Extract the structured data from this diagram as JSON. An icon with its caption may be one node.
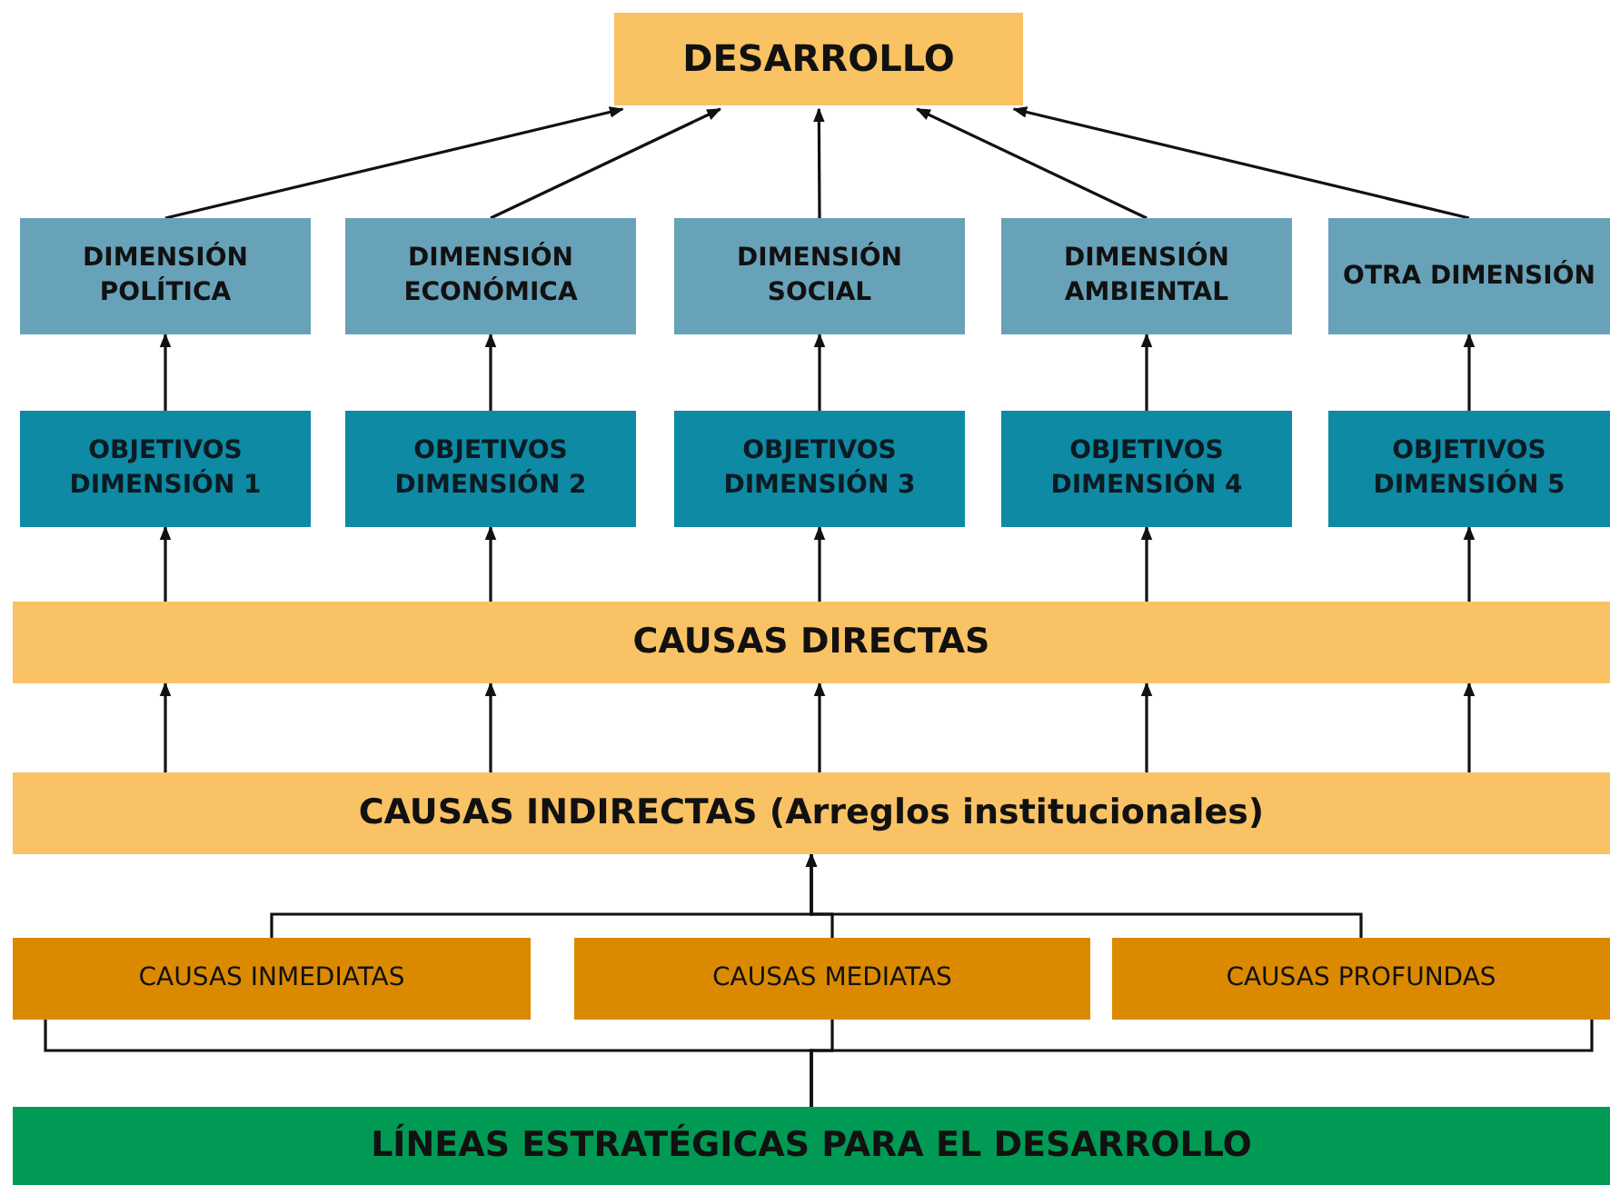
{
  "diagram": {
    "nodes": [
      {
        "text": [
          "DESARROLLO"
        ]
      },
      {
        "text": [
          "DIMENSIÓN POLÍTICA"
        ]
      },
      {
        "text": [
          "DIMENSIÓN ECONÓMICA"
        ]
      },
      {
        "text": [
          "DIMENSIÓN SOCIAL"
        ]
      },
      {
        "text": [
          "DIMENSIÓN AMBIENTAL"
        ]
      },
      {
        "text": [
          "OTRA DIMENSIÓN"
        ]
      },
      {
        "text": [
          "OBJETIVOS DIMENSIÓN 1"
        ]
      },
      {
        "text": [
          "OBJETIVOS DIMENSIÓN 2"
        ]
      },
      {
        "text": [
          "OBJETIVOS DIMENSIÓN 3"
        ]
      },
      {
        "text": [
          "OBJETIVOS DIMENSIÓN 4"
        ]
      },
      {
        "text": [
          "OBJETIVOS DIMENSIÓN 5"
        ]
      },
      {
        "text": [
          "CAUSAS DIRECTAS"
        ]
      },
      {
        "text": [
          "CAUSAS INDIRECTAS (Arreglos institucionales)"
        ]
      },
      {
        "text": [
          "CAUSAS INMEDIATAS"
        ]
      },
      {
        "text": [
          "CAUSAS MEDIATAS"
        ]
      },
      {
        "text": [
          "CAUSAS PROFUNDAS"
        ]
      },
      {
        "text": [
          "LÍNEAS ESTRATÉGICAS PARA EL DESARROLLO"
        ]
      }
    ],
    "edges": [
      {
        "from": 1,
        "to": 0,
        "arrow": "to"
      },
      {
        "from": 2,
        "to": 0,
        "arrow": "to"
      },
      {
        "from": 3,
        "to": 0,
        "arrow": "to"
      },
      {
        "from": 4,
        "to": 0,
        "arrow": "to"
      },
      {
        "from": 5,
        "to": 0,
        "arrow": "to"
      },
      {
        "from": 6,
        "to": 1,
        "arrow": "to"
      },
      {
        "from": 7,
        "to": 2,
        "arrow": "to"
      },
      {
        "from": 8,
        "to": 3,
        "arrow": "to"
      },
      {
        "from": 9,
        "to": 4,
        "arrow": "to"
      },
      {
        "from": 10,
        "to": 5,
        "arrow": "to"
      },
      {
        "from": 11,
        "to": 6,
        "arrow": "to"
      },
      {
        "from": 11,
        "to": 7,
        "arrow": "to"
      },
      {
        "from": 11,
        "to": 8,
        "arrow": "to"
      },
      {
        "from": 11,
        "to": 9,
        "arrow": "to"
      },
      {
        "from": 11,
        "to": 10,
        "arrow": "to"
      },
      {
        "from": 12,
        "to": 11,
        "arrow": "to"
      },
      {
        "from": 12,
        "to": 11,
        "arrow": "to"
      },
      {
        "from": 12,
        "to": 11,
        "arrow": "to"
      },
      {
        "from": 12,
        "to": 11,
        "arrow": "to"
      },
      {
        "from": 12,
        "to": 11,
        "arrow": "to"
      },
      {
        "from": 13,
        "to": 12,
        "arrow": "to"
      },
      {
        "from": 14,
        "to": 12,
        "arrow": "to"
      },
      {
        "from": 15,
        "to": 12,
        "arrow": "to"
      },
      {
        "from": 16,
        "to": 13,
        "arrow": "none"
      },
      {
        "from": 16,
        "to": 14,
        "arrow": "none"
      },
      {
        "from": 16,
        "to": 15,
        "arrow": "none"
      }
    ]
  }
}
